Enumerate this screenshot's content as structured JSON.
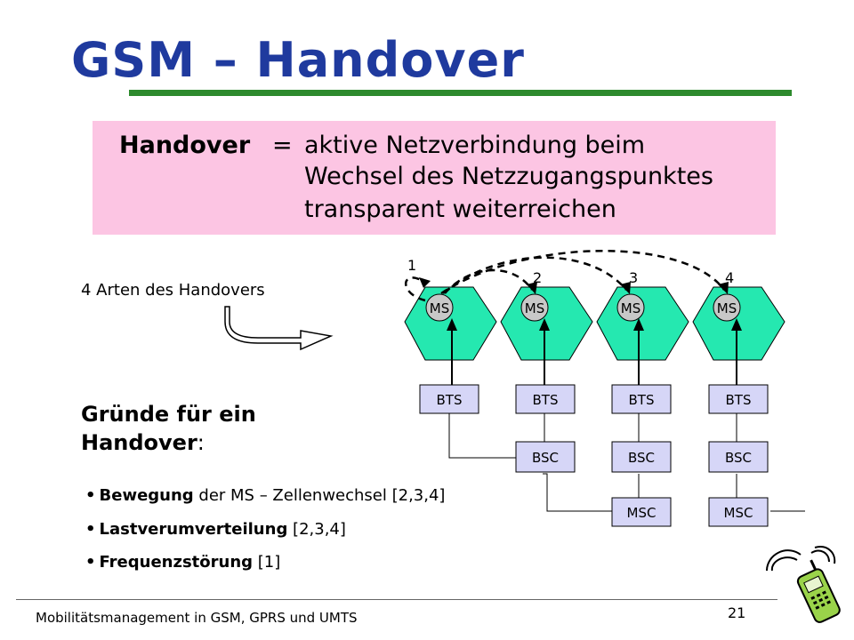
{
  "slide": {
    "title": "GSM – Handover",
    "definition": {
      "term": "Handover",
      "equals": "=",
      "lines": [
        "aktive Netzverbindung beim",
        "Wechsel des Netzzugangspunktes",
        "transparent   weiterreichen"
      ]
    },
    "types_label": "4 Arten des Handovers",
    "reasons_title_line1": "Gründe für ein",
    "reasons_title_line2": "Handover",
    "reasons_title_colon": ":",
    "reasons": [
      {
        "bold": "Bewegung",
        "rest": " der MS – Zellenwechsel [2,3,4]"
      },
      {
        "bold": "Lastverumverteilung",
        "rest": " [2,3,4]"
      },
      {
        "bold": "Frequenzstörung",
        "rest": " [1]"
      }
    ],
    "bullet_char": "•"
  },
  "diagram": {
    "cell_color": "#25e8b0",
    "ms_label": "MS",
    "bts_label": "BTS",
    "bsc_label": "BSC",
    "msc_label": "MSC",
    "handover_numbers": [
      "1",
      "2",
      "3",
      "4"
    ]
  },
  "footer": {
    "text": "Mobilitätsmanagement in GSM, GPRS und UMTS",
    "page_number": "21"
  },
  "icons": {
    "arrow": "curved-arrow-icon",
    "phone": "mobile-phone-icon"
  }
}
